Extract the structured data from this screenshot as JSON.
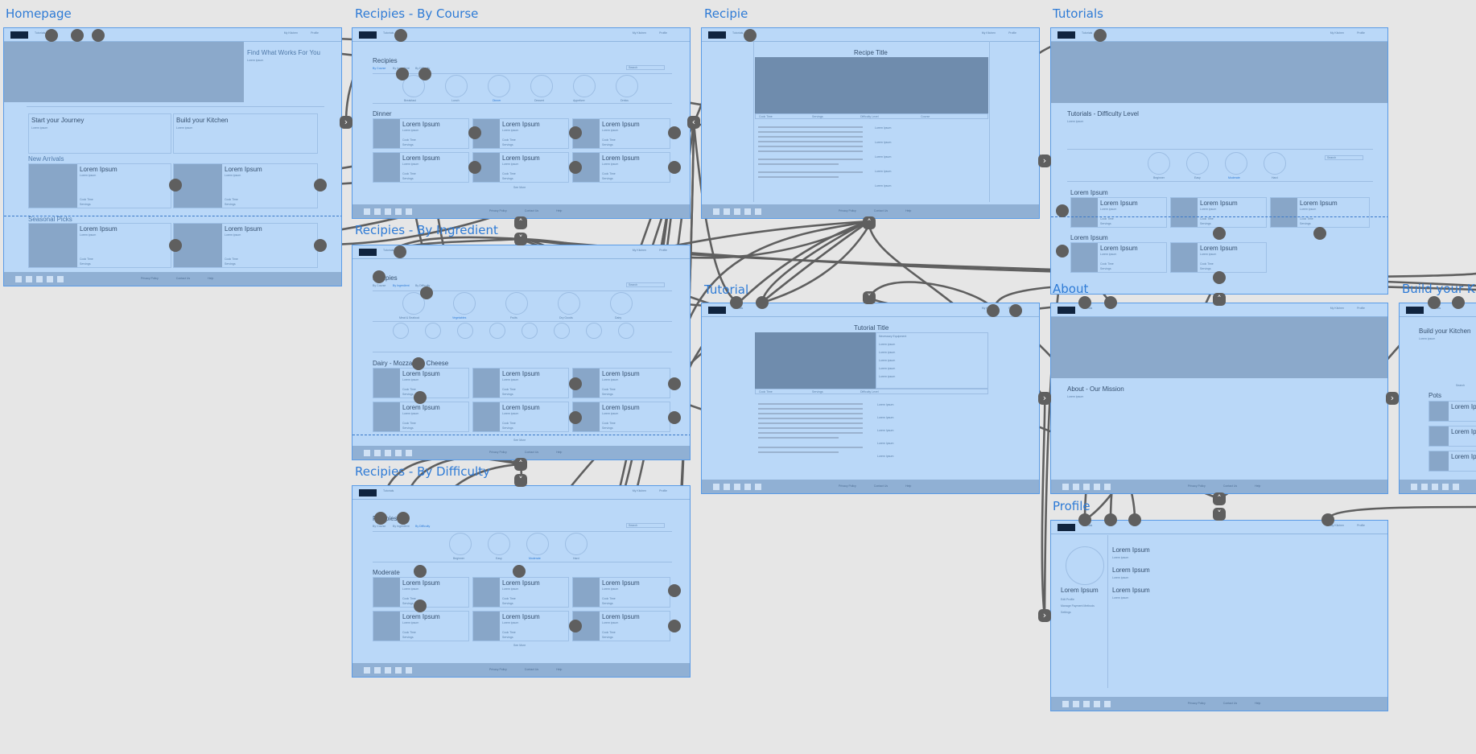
{
  "screens": {
    "homepage": {
      "title": "Homepage",
      "hero": "Find What Works For You",
      "hero_sub": "Lorem ipsum",
      "journey": "Start your Journey",
      "kitchen": "Build your Kitchen",
      "journey_sub": "Lorem ipsum",
      "kitchen_sub": "Lorem ipsum",
      "new_arrivals": "New Arrivals",
      "seasonal": "Seasonal Picks",
      "card": "Lorem Ipsum",
      "card_sub": "Lorem ipsum",
      "cook_time": "Cook Time",
      "servings": "Servings",
      "nav_l1": "Tutorials",
      "nav_r1": "My Kitchen",
      "nav_r2": "Profile",
      "privacy": "Privacy Policy",
      "contact": "Contact Us",
      "help": "Help"
    },
    "by_course": {
      "title": "Recipies - By Course",
      "heading": "Recipies",
      "tab1": "By Course",
      "tab2": "By Ingredient",
      "tab3": "By Difficulty",
      "search": "Search",
      "c1": "Breakfast",
      "c2": "Lunch",
      "c3": "Dinner",
      "c4": "Dessert",
      "c5": "Appetizer",
      "c6": "Drinks",
      "section": "Dinner",
      "card": "Lorem Ipsum",
      "card_sub": "Lorem ipsum",
      "cook_time": "Cook Time",
      "servings": "Servings",
      "see_more": "See More"
    },
    "by_ingredient": {
      "title": "Recipies - By Ingredient",
      "heading": "Recipies",
      "tab1": "By Course",
      "tab2": "By Ingredient",
      "tab3": "By Difficulty",
      "search": "Search",
      "i1": "Meat & Seafood",
      "i2": "Vegetables",
      "i3": "Fruits",
      "i4": "Dry Goods",
      "i5": "Dairy",
      "section": "Dairy - Mozzarella Cheese",
      "card": "Lorem Ipsum",
      "card_sub": "Lorem ipsum",
      "cook_time": "Cook Time",
      "servings": "Servings",
      "see_more": "See More"
    },
    "by_difficulty": {
      "title": "Recipies - By Difficulty",
      "heading": "Recipies",
      "tab1": "By Course",
      "tab2": "By Ingredient",
      "tab3": "By Difficulty",
      "search": "Search",
      "d1": "Beginner",
      "d2": "Easy",
      "d3": "Moderate",
      "d4": "Hard",
      "section": "Moderate",
      "card": "Lorem Ipsum",
      "card_sub": "Lorem ipsum",
      "cook_time": "Cook Time",
      "servings": "Servings",
      "see_more": "See More"
    },
    "recipe": {
      "title": "Recipie",
      "heading": "Recipe Title",
      "m1": "Cook Time",
      "m2": "Servings",
      "m3": "Difficulty Level",
      "m4": "Course",
      "step": "Lorem Ipsum"
    },
    "tutorial": {
      "title": "Tutorial",
      "heading": "Tutorial Title",
      "side": "Necessary Equipment",
      "item": "Lorem ipsum",
      "m1": "Cook Time",
      "m2": "Servings",
      "m3": "Difficulty Level",
      "step": "Lorem Ipsum"
    },
    "tutorials": {
      "title": "Tutorials",
      "heading": "Tutorials - Difficulty Level",
      "heading_sub": "Lorem ipsum",
      "search": "Search",
      "d1": "Beginner",
      "d2": "Easy",
      "d3": "Moderate",
      "d4": "Hard",
      "sec1": "Lorem Ipsum",
      "sec2": "Lorem Ipsum",
      "card": "Lorem Ipsum",
      "card_sub": "Lorem ipsum",
      "cook_time": "Cook Time",
      "servings": "Servings"
    },
    "about": {
      "title": "About",
      "mission": "About - Our Mission",
      "mission_sub": "Lorem ipsum"
    },
    "build_kitchen": {
      "title": "Build your Kitchen",
      "heading": "Build your Kitchen",
      "heading_sub": "Lorem ipsum",
      "section": "Pots",
      "card": "Lorem Ip",
      "search": "Search"
    },
    "profile": {
      "title": "Profile",
      "name": "Lorem Ipsum",
      "edit": "Edit Profile",
      "prefs": "Manage Payment Methods",
      "settings": "Settings",
      "item": "Lorem Ipsum",
      "item_sub": "Lorem ipsum"
    }
  },
  "wire_color": "#5f5f5f",
  "frame_color": "#bad8f8",
  "accent": "#2e7bd6"
}
